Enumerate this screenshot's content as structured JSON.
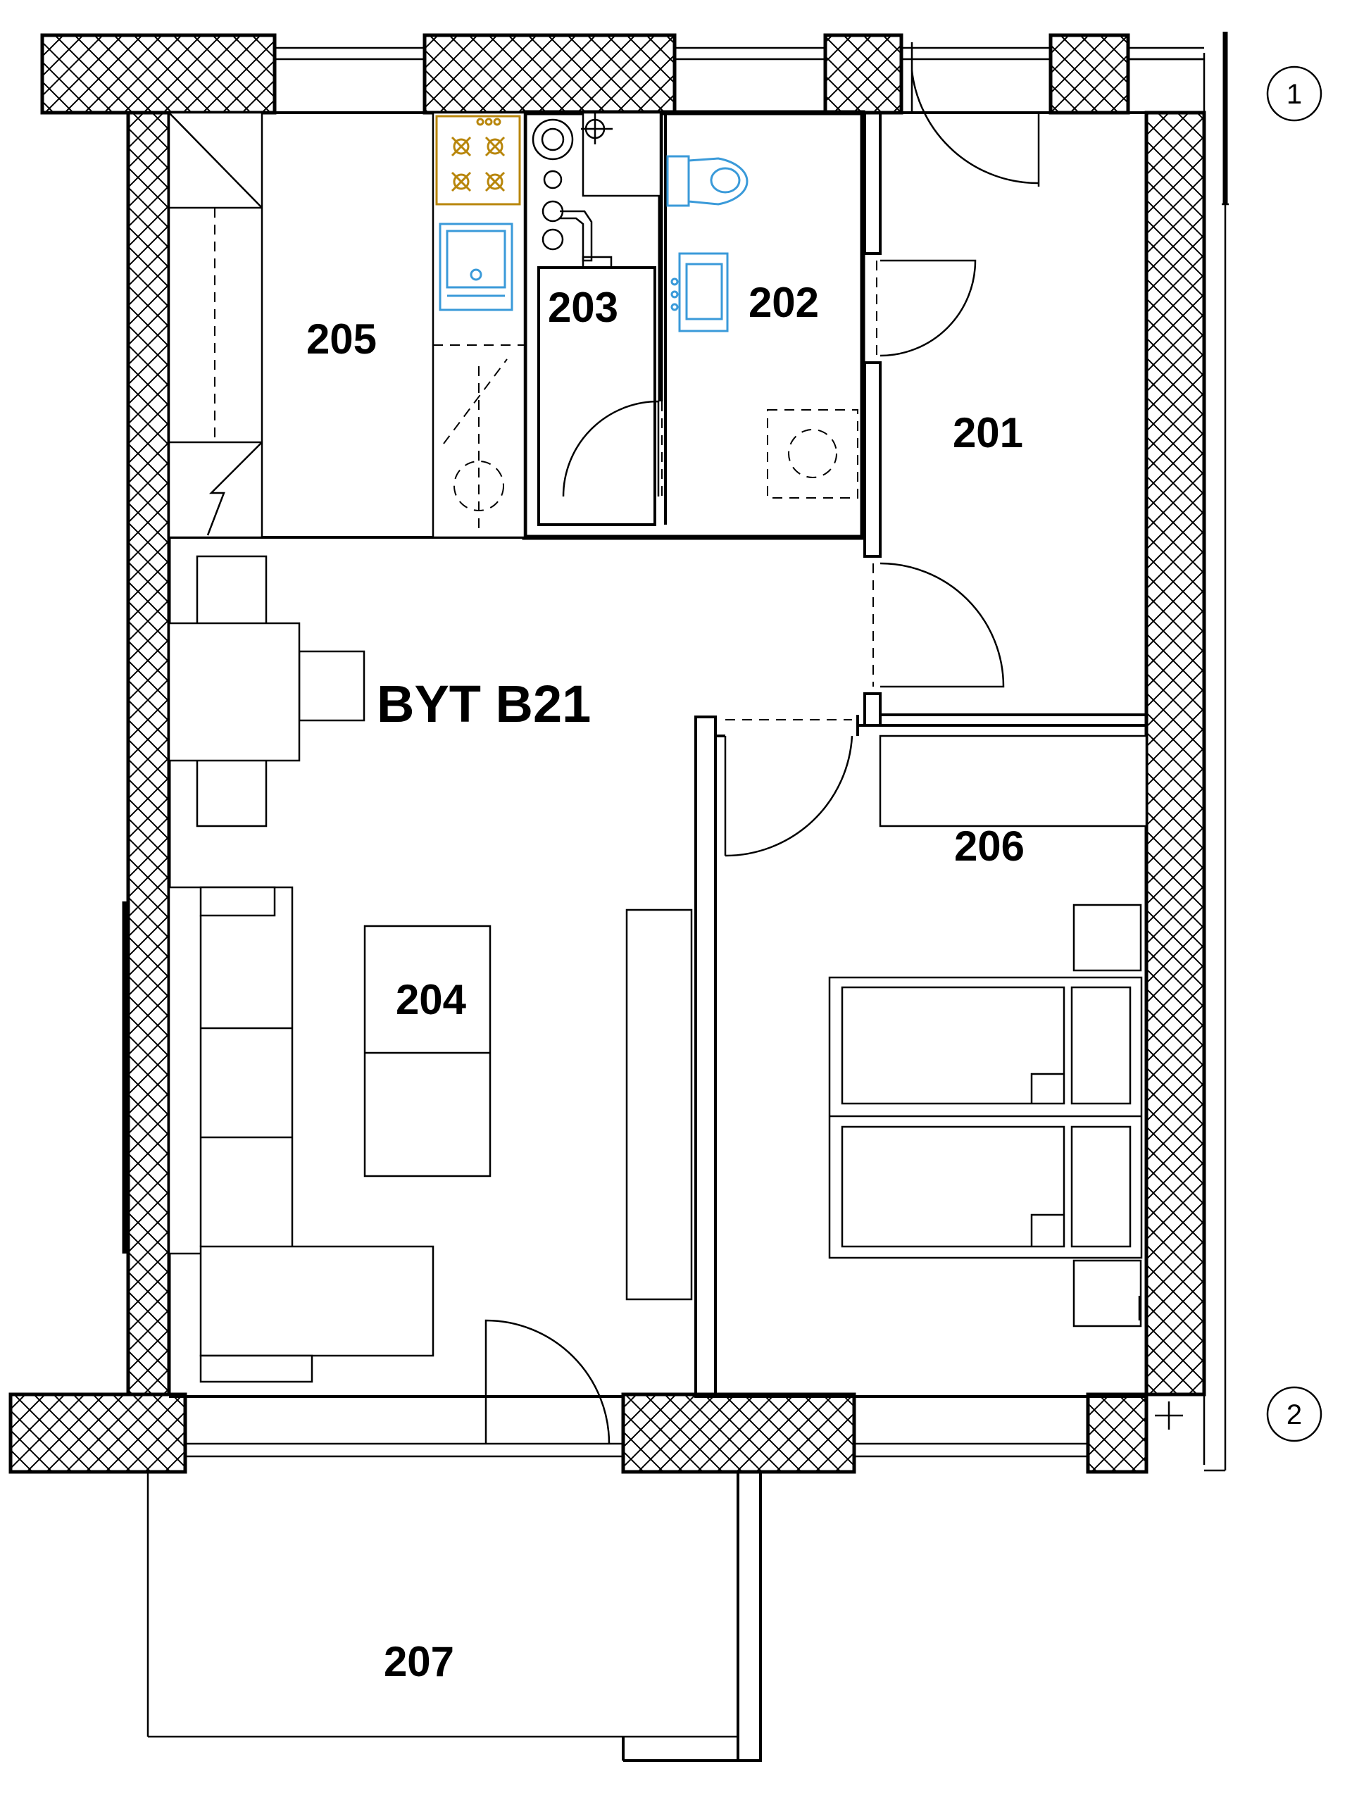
{
  "apartment": {
    "label": "BYT B21"
  },
  "rooms": [
    {
      "id": "201",
      "label": "201"
    },
    {
      "id": "202",
      "label": "202"
    },
    {
      "id": "203",
      "label": "203"
    },
    {
      "id": "204",
      "label": "204"
    },
    {
      "id": "205",
      "label": "205"
    },
    {
      "id": "206",
      "label": "206"
    },
    {
      "id": "207",
      "label": "207"
    }
  ],
  "grid_axes": [
    {
      "id": "1",
      "label": "1"
    },
    {
      "id": "2",
      "label": "2"
    }
  ],
  "colors": {
    "wall_line": "#000000",
    "sanitary": "#3a9ad9",
    "stove": "#b8860b"
  }
}
